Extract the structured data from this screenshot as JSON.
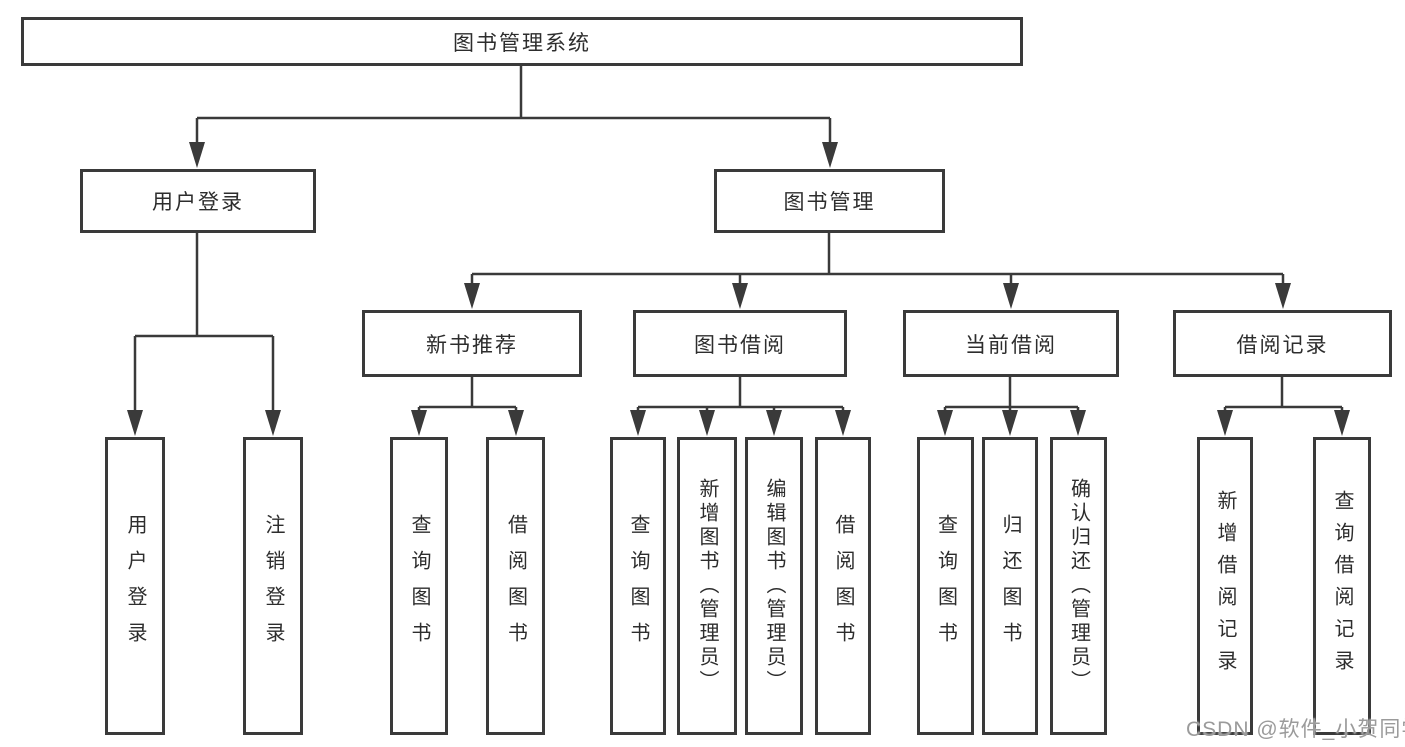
{
  "diagram": {
    "root": {
      "label": "图书管理系统"
    },
    "branches": [
      {
        "label": "用户登录",
        "children": [
          {
            "label": "用户登录"
          },
          {
            "label": "注销登录"
          }
        ]
      },
      {
        "label": "图书管理",
        "children": [
          {
            "label": "新书推荐",
            "children": [
              {
                "label": "查询图书"
              },
              {
                "label": "借阅图书"
              }
            ]
          },
          {
            "label": "图书借阅",
            "children": [
              {
                "label": "查询图书"
              },
              {
                "label": "新增图书（管理员）"
              },
              {
                "label": "编辑图书（管理员）"
              },
              {
                "label": "借阅图书"
              }
            ]
          },
          {
            "label": "当前借阅",
            "children": [
              {
                "label": "查询图书"
              },
              {
                "label": "归还图书"
              },
              {
                "label": "确认归还（管理员）"
              }
            ]
          },
          {
            "label": "借阅记录",
            "children": [
              {
                "label": "新增借阅记录"
              },
              {
                "label": "查询借阅记录"
              }
            ]
          }
        ]
      }
    ],
    "watermark": "CSDN @软件_小贺同学",
    "colors": {
      "line": "#3a3a3a",
      "background": "#ffffff",
      "watermark_text": "#9b9b9b"
    }
  }
}
